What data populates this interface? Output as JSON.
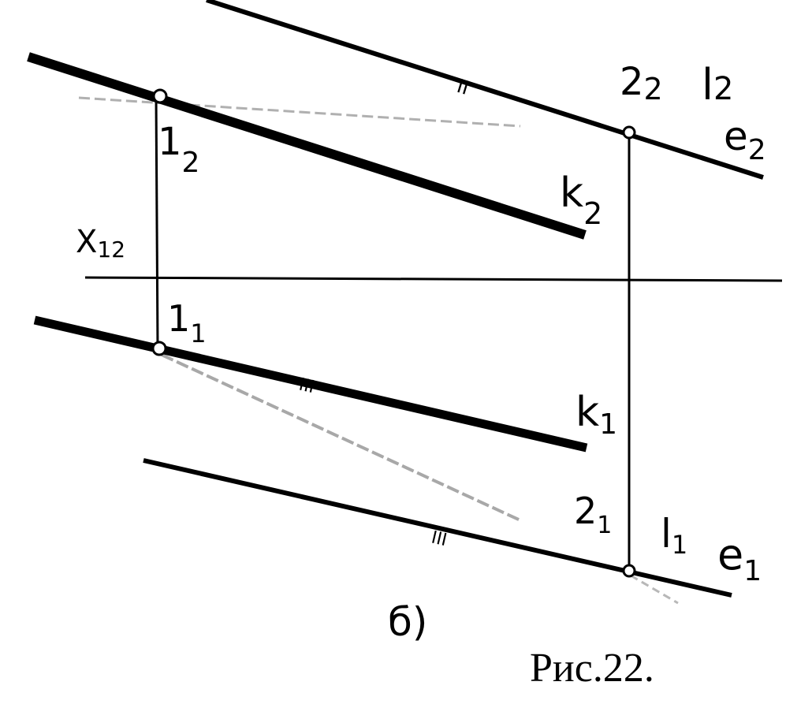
{
  "figure": {
    "caption": "Рис.22.",
    "sublabel": "б)"
  },
  "labels": {
    "axis": {
      "main": "X",
      "sub": "12"
    },
    "p1_front": {
      "main": "1",
      "sub": "2"
    },
    "p1_top": {
      "main": "1",
      "sub": "1"
    },
    "p2_front": {
      "main": "2",
      "sub": "2"
    },
    "p2_top": {
      "main": "2",
      "sub": "1"
    },
    "k_front": {
      "main": "k",
      "sub": "2"
    },
    "k_top": {
      "main": "k",
      "sub": "1"
    },
    "l_front": {
      "main": "l",
      "sub": "2"
    },
    "l_top": {
      "main": "l",
      "sub": "1"
    },
    "e_front": {
      "main": "e",
      "sub": "2"
    },
    "e_top": {
      "main": "e",
      "sub": "1"
    }
  },
  "marks": {
    "parallel_front": "II",
    "parallel_top_k": "III",
    "parallel_top_l": "III"
  },
  "colors": {
    "ink": "#000000",
    "faint": "#9a9a9a"
  }
}
